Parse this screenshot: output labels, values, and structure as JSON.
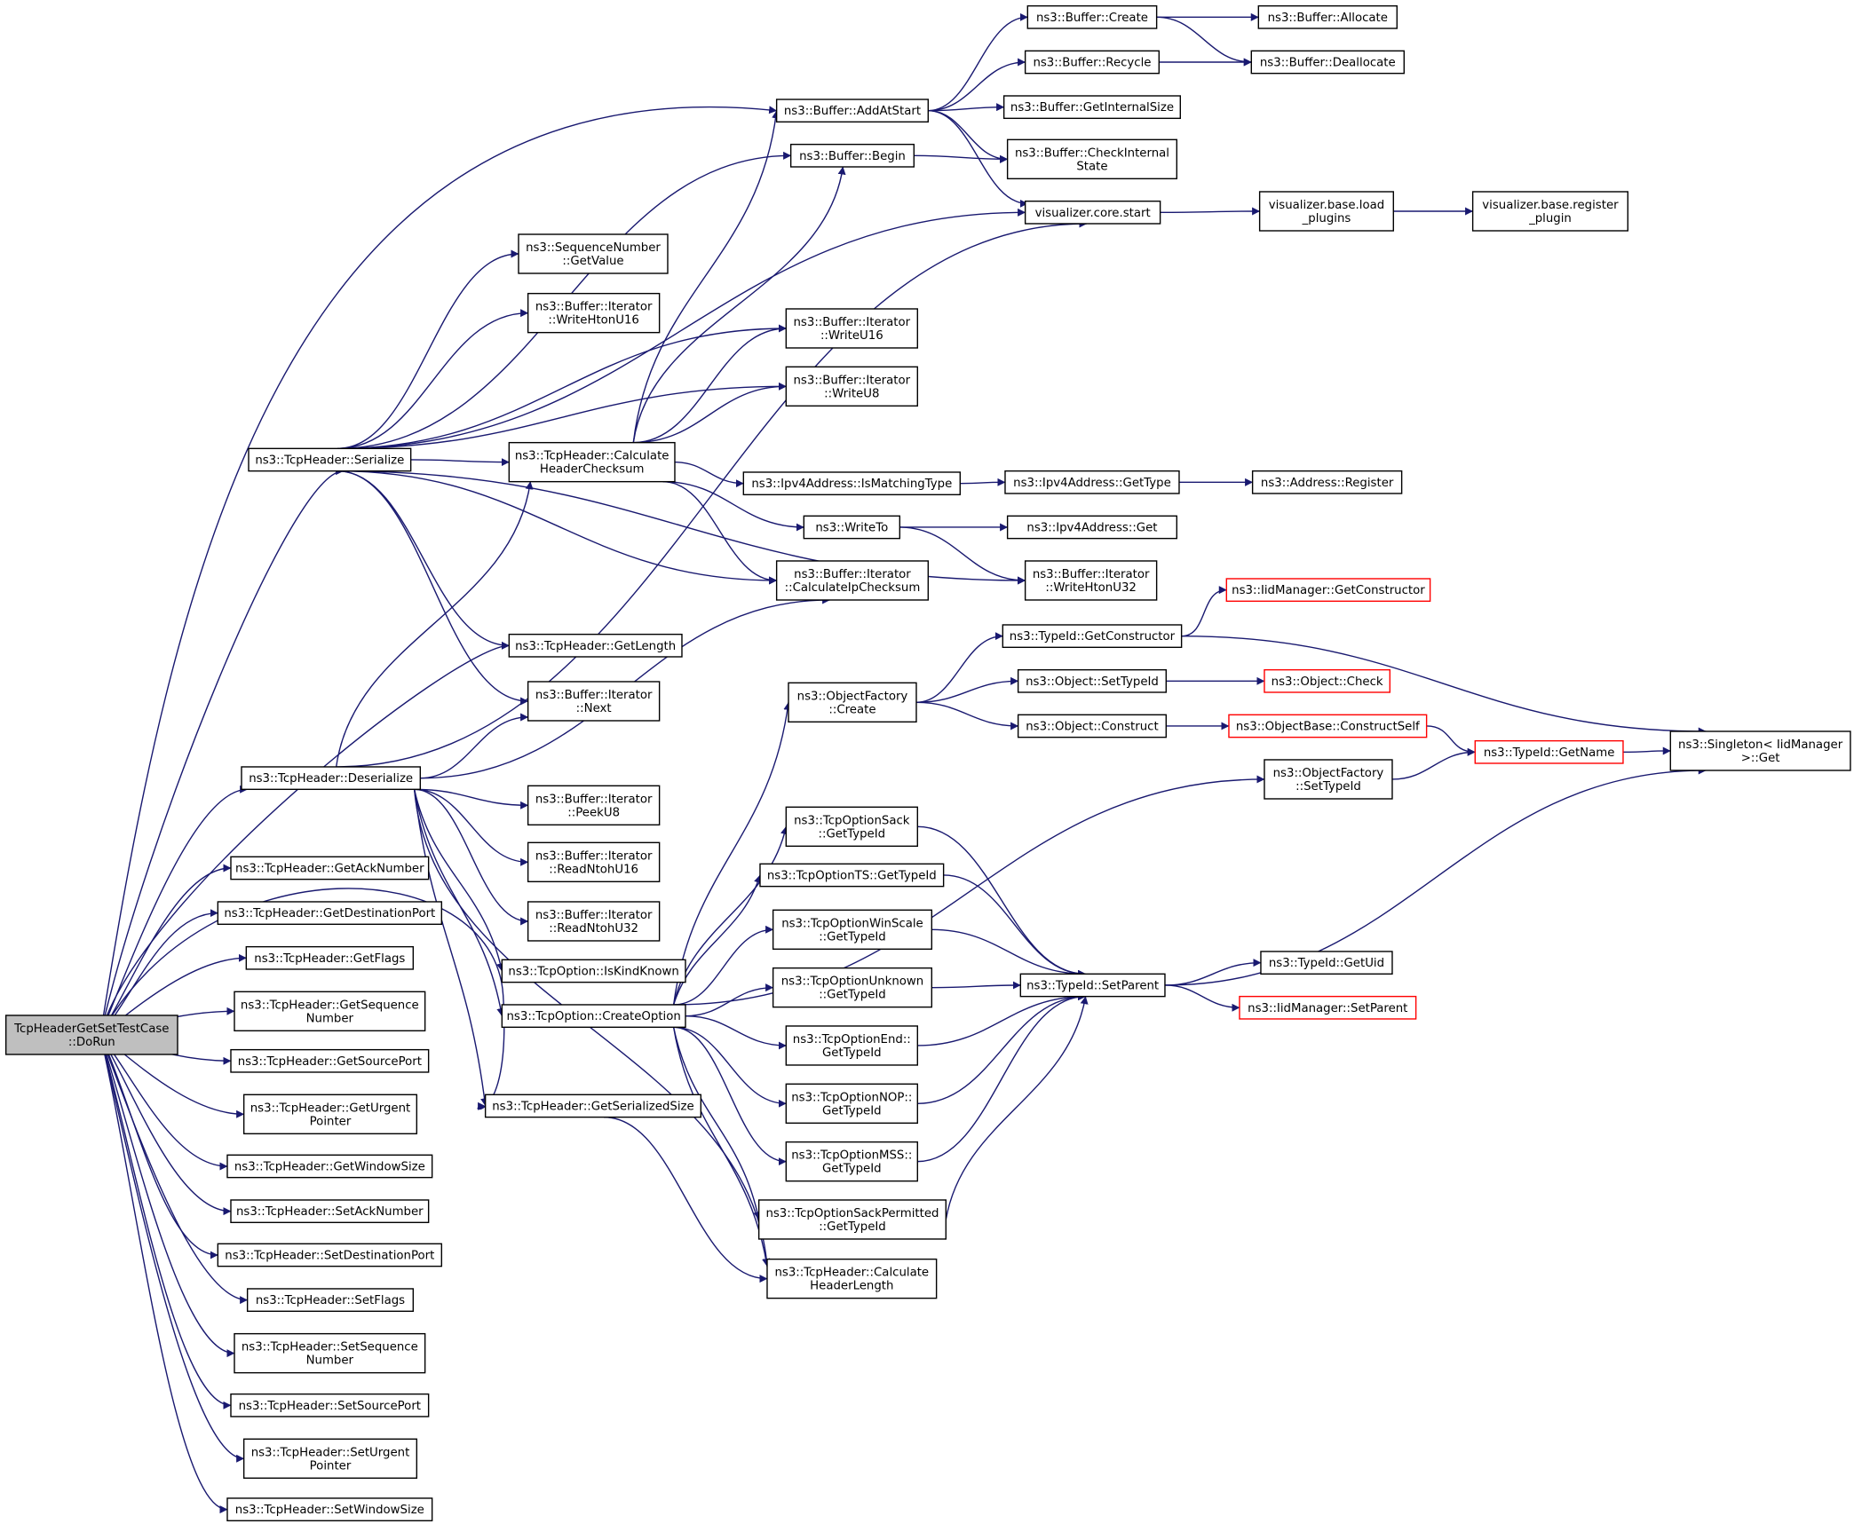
{
  "nodes": {
    "root": {
      "lines": [
        "TcpHeaderGetSetTestCase",
        "::DoRun"
      ]
    },
    "serialize": {
      "lines": [
        "ns3::TcpHeader::Serialize"
      ]
    },
    "deserialize": {
      "lines": [
        "ns3::TcpHeader::Deserialize"
      ]
    },
    "getAck": {
      "lines": [
        "ns3::TcpHeader::GetAckNumber"
      ]
    },
    "getDst": {
      "lines": [
        "ns3::TcpHeader::GetDestinationPort"
      ]
    },
    "getFlags": {
      "lines": [
        "ns3::TcpHeader::GetFlags"
      ]
    },
    "getSeq": {
      "lines": [
        "ns3::TcpHeader::GetSequence",
        "Number"
      ]
    },
    "getSrc": {
      "lines": [
        "ns3::TcpHeader::GetSourcePort"
      ]
    },
    "getUrg": {
      "lines": [
        "ns3::TcpHeader::GetUrgent",
        "Pointer"
      ]
    },
    "getWin": {
      "lines": [
        "ns3::TcpHeader::GetWindowSize"
      ]
    },
    "setAck": {
      "lines": [
        "ns3::TcpHeader::SetAckNumber"
      ]
    },
    "setDst": {
      "lines": [
        "ns3::TcpHeader::SetDestinationPort"
      ]
    },
    "setFlags": {
      "lines": [
        "ns3::TcpHeader::SetFlags"
      ]
    },
    "setSeq": {
      "lines": [
        "ns3::TcpHeader::SetSequence",
        "Number"
      ]
    },
    "setSrc": {
      "lines": [
        "ns3::TcpHeader::SetSourcePort"
      ]
    },
    "setUrg": {
      "lines": [
        "ns3::TcpHeader::SetUrgent",
        "Pointer"
      ]
    },
    "setWin": {
      "lines": [
        "ns3::TcpHeader::SetWindowSize"
      ]
    },
    "seqGetValue": {
      "lines": [
        "ns3::SequenceNumber",
        "::GetValue"
      ]
    },
    "writeHtonU16": {
      "lines": [
        "ns3::Buffer::Iterator",
        "::WriteHtonU16"
      ]
    },
    "calcChecksum": {
      "lines": [
        "ns3::TcpHeader::Calculate",
        "HeaderChecksum"
      ]
    },
    "getLength": {
      "lines": [
        "ns3::TcpHeader::GetLength"
      ]
    },
    "next": {
      "lines": [
        "ns3::Buffer::Iterator",
        "::Next"
      ]
    },
    "peekU8": {
      "lines": [
        "ns3::Buffer::Iterator",
        "::PeekU8"
      ]
    },
    "readNtohU16": {
      "lines": [
        "ns3::Buffer::Iterator",
        "::ReadNtohU16"
      ]
    },
    "readNtohU32": {
      "lines": [
        "ns3::Buffer::Iterator",
        "::ReadNtohU32"
      ]
    },
    "isKindKnown": {
      "lines": [
        "ns3::TcpOption::IsKindKnown"
      ]
    },
    "createOption": {
      "lines": [
        "ns3::TcpOption::CreateOption"
      ]
    },
    "getSerializedSize": {
      "lines": [
        "ns3::TcpHeader::GetSerializedSize"
      ]
    },
    "addAtStart": {
      "lines": [
        "ns3::Buffer::AddAtStart"
      ]
    },
    "begin": {
      "lines": [
        "ns3::Buffer::Begin"
      ]
    },
    "writeU16": {
      "lines": [
        "ns3::Buffer::Iterator",
        "::WriteU16"
      ]
    },
    "writeU8": {
      "lines": [
        "ns3::Buffer::Iterator",
        "::WriteU8"
      ]
    },
    "isMatchingType": {
      "lines": [
        "ns3::Ipv4Address::IsMatchingType"
      ]
    },
    "writeTo": {
      "lines": [
        "ns3::WriteTo"
      ]
    },
    "calcIpChecksum": {
      "lines": [
        "ns3::Buffer::Iterator",
        "::CalculateIpChecksum"
      ]
    },
    "objFactoryCreate": {
      "lines": [
        "ns3::ObjectFactory",
        "::Create"
      ]
    },
    "sackGetTypeId": {
      "lines": [
        "ns3::TcpOptionSack",
        "::GetTypeId"
      ]
    },
    "tsGetTypeId": {
      "lines": [
        "ns3::TcpOptionTS::GetTypeId"
      ]
    },
    "winScaleGetTypeId": {
      "lines": [
        "ns3::TcpOptionWinScale",
        "::GetTypeId"
      ]
    },
    "unknownGetTypeId": {
      "lines": [
        "ns3::TcpOptionUnknown",
        "::GetTypeId"
      ]
    },
    "endGetTypeId": {
      "lines": [
        "ns3::TcpOptionEnd::",
        "GetTypeId"
      ]
    },
    "nopGetTypeId": {
      "lines": [
        "ns3::TcpOptionNOP::",
        "GetTypeId"
      ]
    },
    "mssGetTypeId": {
      "lines": [
        "ns3::TcpOptionMSS::",
        "GetTypeId"
      ]
    },
    "sackPermGetTypeId": {
      "lines": [
        "ns3::TcpOptionSackPermitted",
        "::GetTypeId"
      ]
    },
    "calcHeaderLength": {
      "lines": [
        "ns3::TcpHeader::Calculate",
        "HeaderLength"
      ]
    },
    "bufCreate": {
      "lines": [
        "ns3::Buffer::Create"
      ]
    },
    "bufRecycle": {
      "lines": [
        "ns3::Buffer::Recycle"
      ]
    },
    "bufGetInternalSize": {
      "lines": [
        "ns3::Buffer::GetInternalSize"
      ]
    },
    "bufCheckInternal": {
      "lines": [
        "ns3::Buffer::CheckInternal",
        "State"
      ]
    },
    "vizCoreStart": {
      "lines": [
        "visualizer.core.start"
      ]
    },
    "ipv4GetType": {
      "lines": [
        "ns3::Ipv4Address::GetType"
      ]
    },
    "ipv4Get": {
      "lines": [
        "ns3::Ipv4Address::Get"
      ]
    },
    "writeHtonU32": {
      "lines": [
        "ns3::Buffer::Iterator",
        "::WriteHtonU32"
      ]
    },
    "typeIdGetConstructor": {
      "lines": [
        "ns3::TypeId::GetConstructor"
      ]
    },
    "objSetTypeId": {
      "lines": [
        "ns3::Object::SetTypeId"
      ]
    },
    "objConstruct": {
      "lines": [
        "ns3::Object::Construct"
      ]
    },
    "objFactorySetTypeId": {
      "lines": [
        "ns3::ObjectFactory",
        "::SetTypeId"
      ]
    },
    "typeIdSetParent": {
      "lines": [
        "ns3::TypeId::SetParent"
      ]
    },
    "bufAllocate": {
      "lines": [
        "ns3::Buffer::Allocate"
      ]
    },
    "bufDeallocate": {
      "lines": [
        "ns3::Buffer::Deallocate"
      ]
    },
    "vizLoadPlugins": {
      "lines": [
        "visualizer.base.load",
        "_plugins"
      ]
    },
    "vizRegisterPlugin": {
      "lines": [
        "visualizer.base.register",
        "_plugin"
      ]
    },
    "addrRegister": {
      "lines": [
        "ns3::Address::Register"
      ]
    },
    "iidGetConstructor": {
      "lines": [
        "ns3::IidManager::GetConstructor"
      ]
    },
    "objCheck": {
      "lines": [
        "ns3::Object::Check"
      ]
    },
    "objBaseConstructSelf": {
      "lines": [
        "ns3::ObjectBase::ConstructSelf"
      ]
    },
    "typeIdGetName": {
      "lines": [
        "ns3::TypeId::GetName"
      ]
    },
    "singletonGet": {
      "lines": [
        "ns3::Singleton< IidManager",
        " >::Get"
      ]
    },
    "typeIdGetUid": {
      "lines": [
        "ns3::TypeId::GetUid"
      ]
    },
    "iidSetParent": {
      "lines": [
        "ns3::IidManager::SetParent"
      ]
    }
  },
  "colors": {
    "edge": "#191970",
    "node_border": "#000000",
    "truncated_border": "#ff0000",
    "root_fill": "#bfbfbf",
    "node_fill": "#ffffff"
  }
}
